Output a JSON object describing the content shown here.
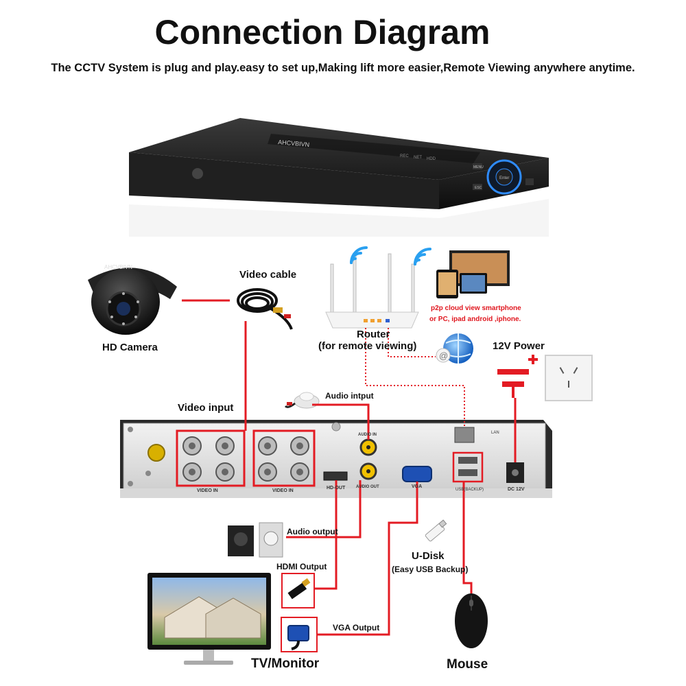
{
  "title": "Connection Diagram",
  "subtitle": "The CCTV System is plug and play.easy to set up,Making lift more easier,Remote Viewing anywhere anytime.",
  "brand": "AHCVBIVN",
  "labels": {
    "hd_camera": "HD Camera",
    "video_cable": "Video cable",
    "router": "Router",
    "router_note": "(for remote viewing)",
    "p2p_line1": "p2p cloud  view smartphone",
    "p2p_line2": "or PC, ipad android ,iphone.",
    "power": "12V Power",
    "video_input": "Video input",
    "audio_input": "Audio intput",
    "audio_output": "Audio output",
    "hdmi_output": "HDMI Output",
    "vga_output": "VGA Output",
    "udisk": "U-Disk",
    "udisk_note": "(Easy USB Backup)",
    "tv": "TV/Monitor",
    "mouse": "Mouse"
  },
  "panel": {
    "video_in_a": "VIDEO IN",
    "video_in_b": "VIDEO IN",
    "hd_out": "HD-OUT",
    "vga": "VGA",
    "audio_in": "AUDIO IN",
    "audio_out": "AUDIO OUT",
    "lan": "LAN",
    "dc": "DC 12V",
    "usb": "USB(BACKUP)"
  },
  "front": {
    "rec": "REC",
    "net": "NET",
    "hdd": "HDD",
    "menu": "MENU",
    "esc": "ESC",
    "enter": "Enter"
  },
  "colors": {
    "wire": "#e31b23",
    "dotted": "#e31b23",
    "accent": "#1a73e8"
  }
}
